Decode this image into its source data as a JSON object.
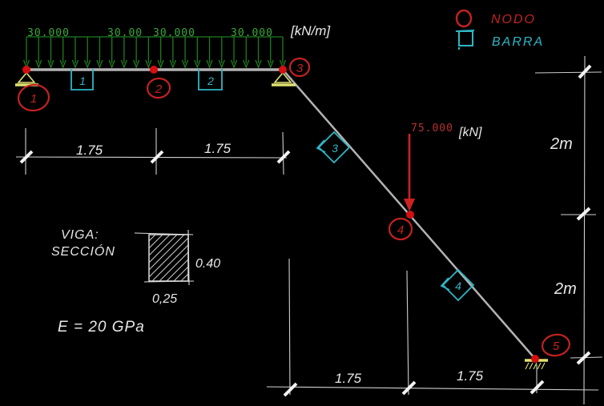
{
  "legend": {
    "node_label": "NODO",
    "bar_label": "BARRA"
  },
  "distributed_load": {
    "value_labels": [
      "30.000",
      "30.00",
      "30.000",
      "30.000"
    ],
    "unit": "[kN/m]",
    "magnitude_kn_per_m": 30
  },
  "point_load": {
    "value": "75.000",
    "unit": "[kN]",
    "magnitude_kn": 75
  },
  "nodes": {
    "n1": "1",
    "n2": "2",
    "n3": "3",
    "n4": "4",
    "n5": "5"
  },
  "bars": {
    "b1": "1",
    "b2": "2",
    "b3": "3",
    "b4": "4"
  },
  "dimensions": {
    "top_left": [
      "1.75",
      "1.75"
    ],
    "bottom": [
      "1.75",
      "1.75"
    ],
    "right": [
      "2m",
      "2m"
    ]
  },
  "section": {
    "label_line1": "VIGA:",
    "label_line2": "SECCIÓN",
    "depth": "0.40",
    "width": "0,25",
    "elastic_modulus": "E = 20 GPa"
  },
  "colors": {
    "node_red": "#c43c26",
    "dot_red": "#d40f0f",
    "load_green": "#1f7d1f",
    "label_green": "#3aa83a",
    "bar_cyan": "#2fb6c6",
    "support_yellow": "#e0e070",
    "member_gray": "#b3b3b3",
    "ink_white": "#e8e8e8",
    "background": "#000000"
  }
}
